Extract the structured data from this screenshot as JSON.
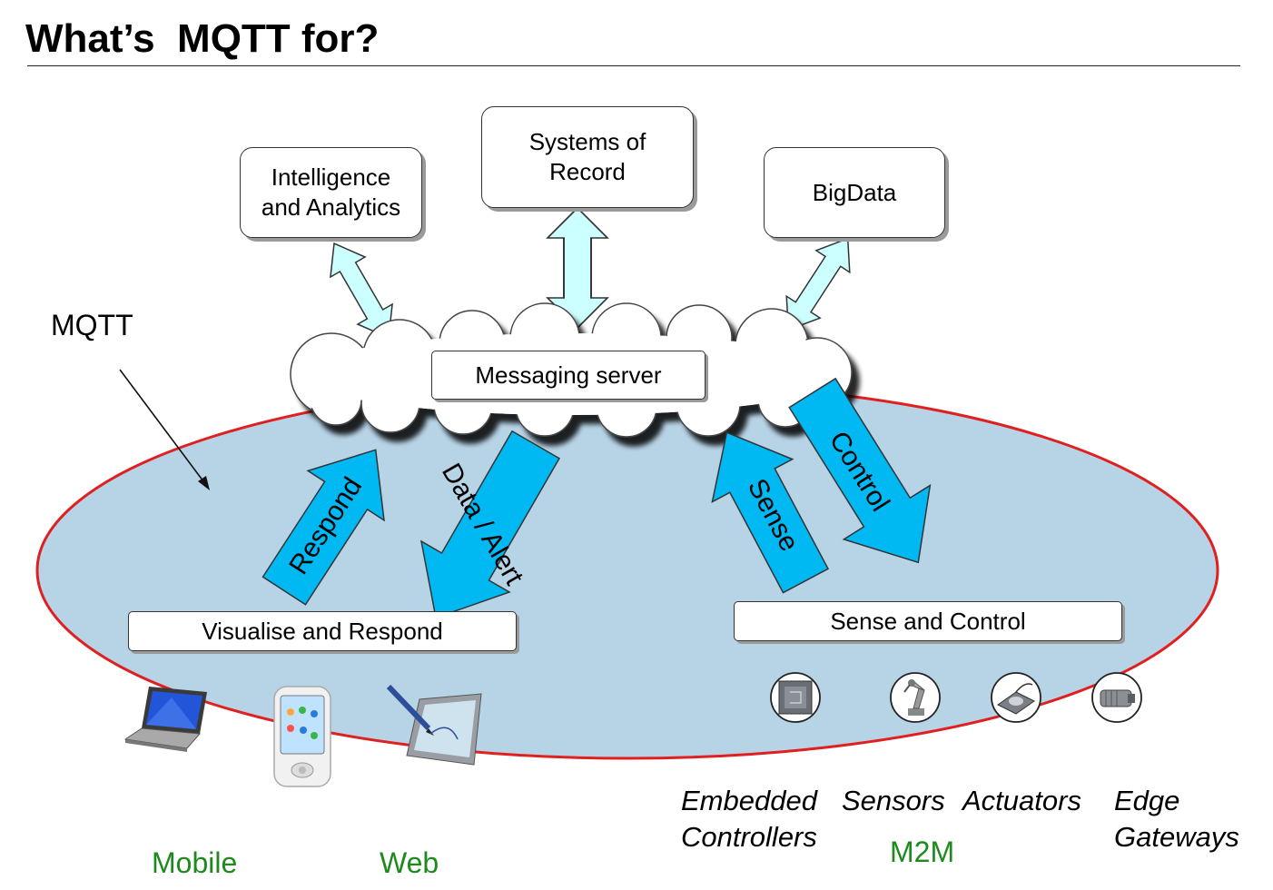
{
  "title": "What’s  MQTT for?",
  "top_boxes": {
    "intelligence": "Intelligence\nand Analytics",
    "systems": "Systems of\nRecord",
    "bigdata": "BigData"
  },
  "server_label": "Messaging server",
  "mqtt_label": "MQTT",
  "arrows": {
    "respond": "Respond",
    "data_alert": "Data / Alert",
    "sense": "Sense",
    "control": "Control"
  },
  "bars": {
    "visualise": "Visualise and Respond",
    "sense_control": "Sense and Control"
  },
  "bottom_labels": {
    "mobile": "Mobile",
    "web": "Web",
    "embedded": "Embedded\nControllers",
    "sensors": "Sensors",
    "actuators": "Actuators",
    "edge": "Edge\nGateways",
    "m2m": "M2M"
  },
  "icons": [
    "laptop-icon",
    "phone-icon",
    "tablet-pen-icon",
    "chip-icon",
    "robot-arm-icon",
    "fingerprint-icon",
    "gateway-icon"
  ],
  "colors": {
    "ellipse_fill": "#b7d3e6",
    "ellipse_stroke": "#e02020",
    "light_arrow": "#ccffff",
    "blue_arrow": "#00b8f2",
    "label_green": "#1e8a1e"
  }
}
